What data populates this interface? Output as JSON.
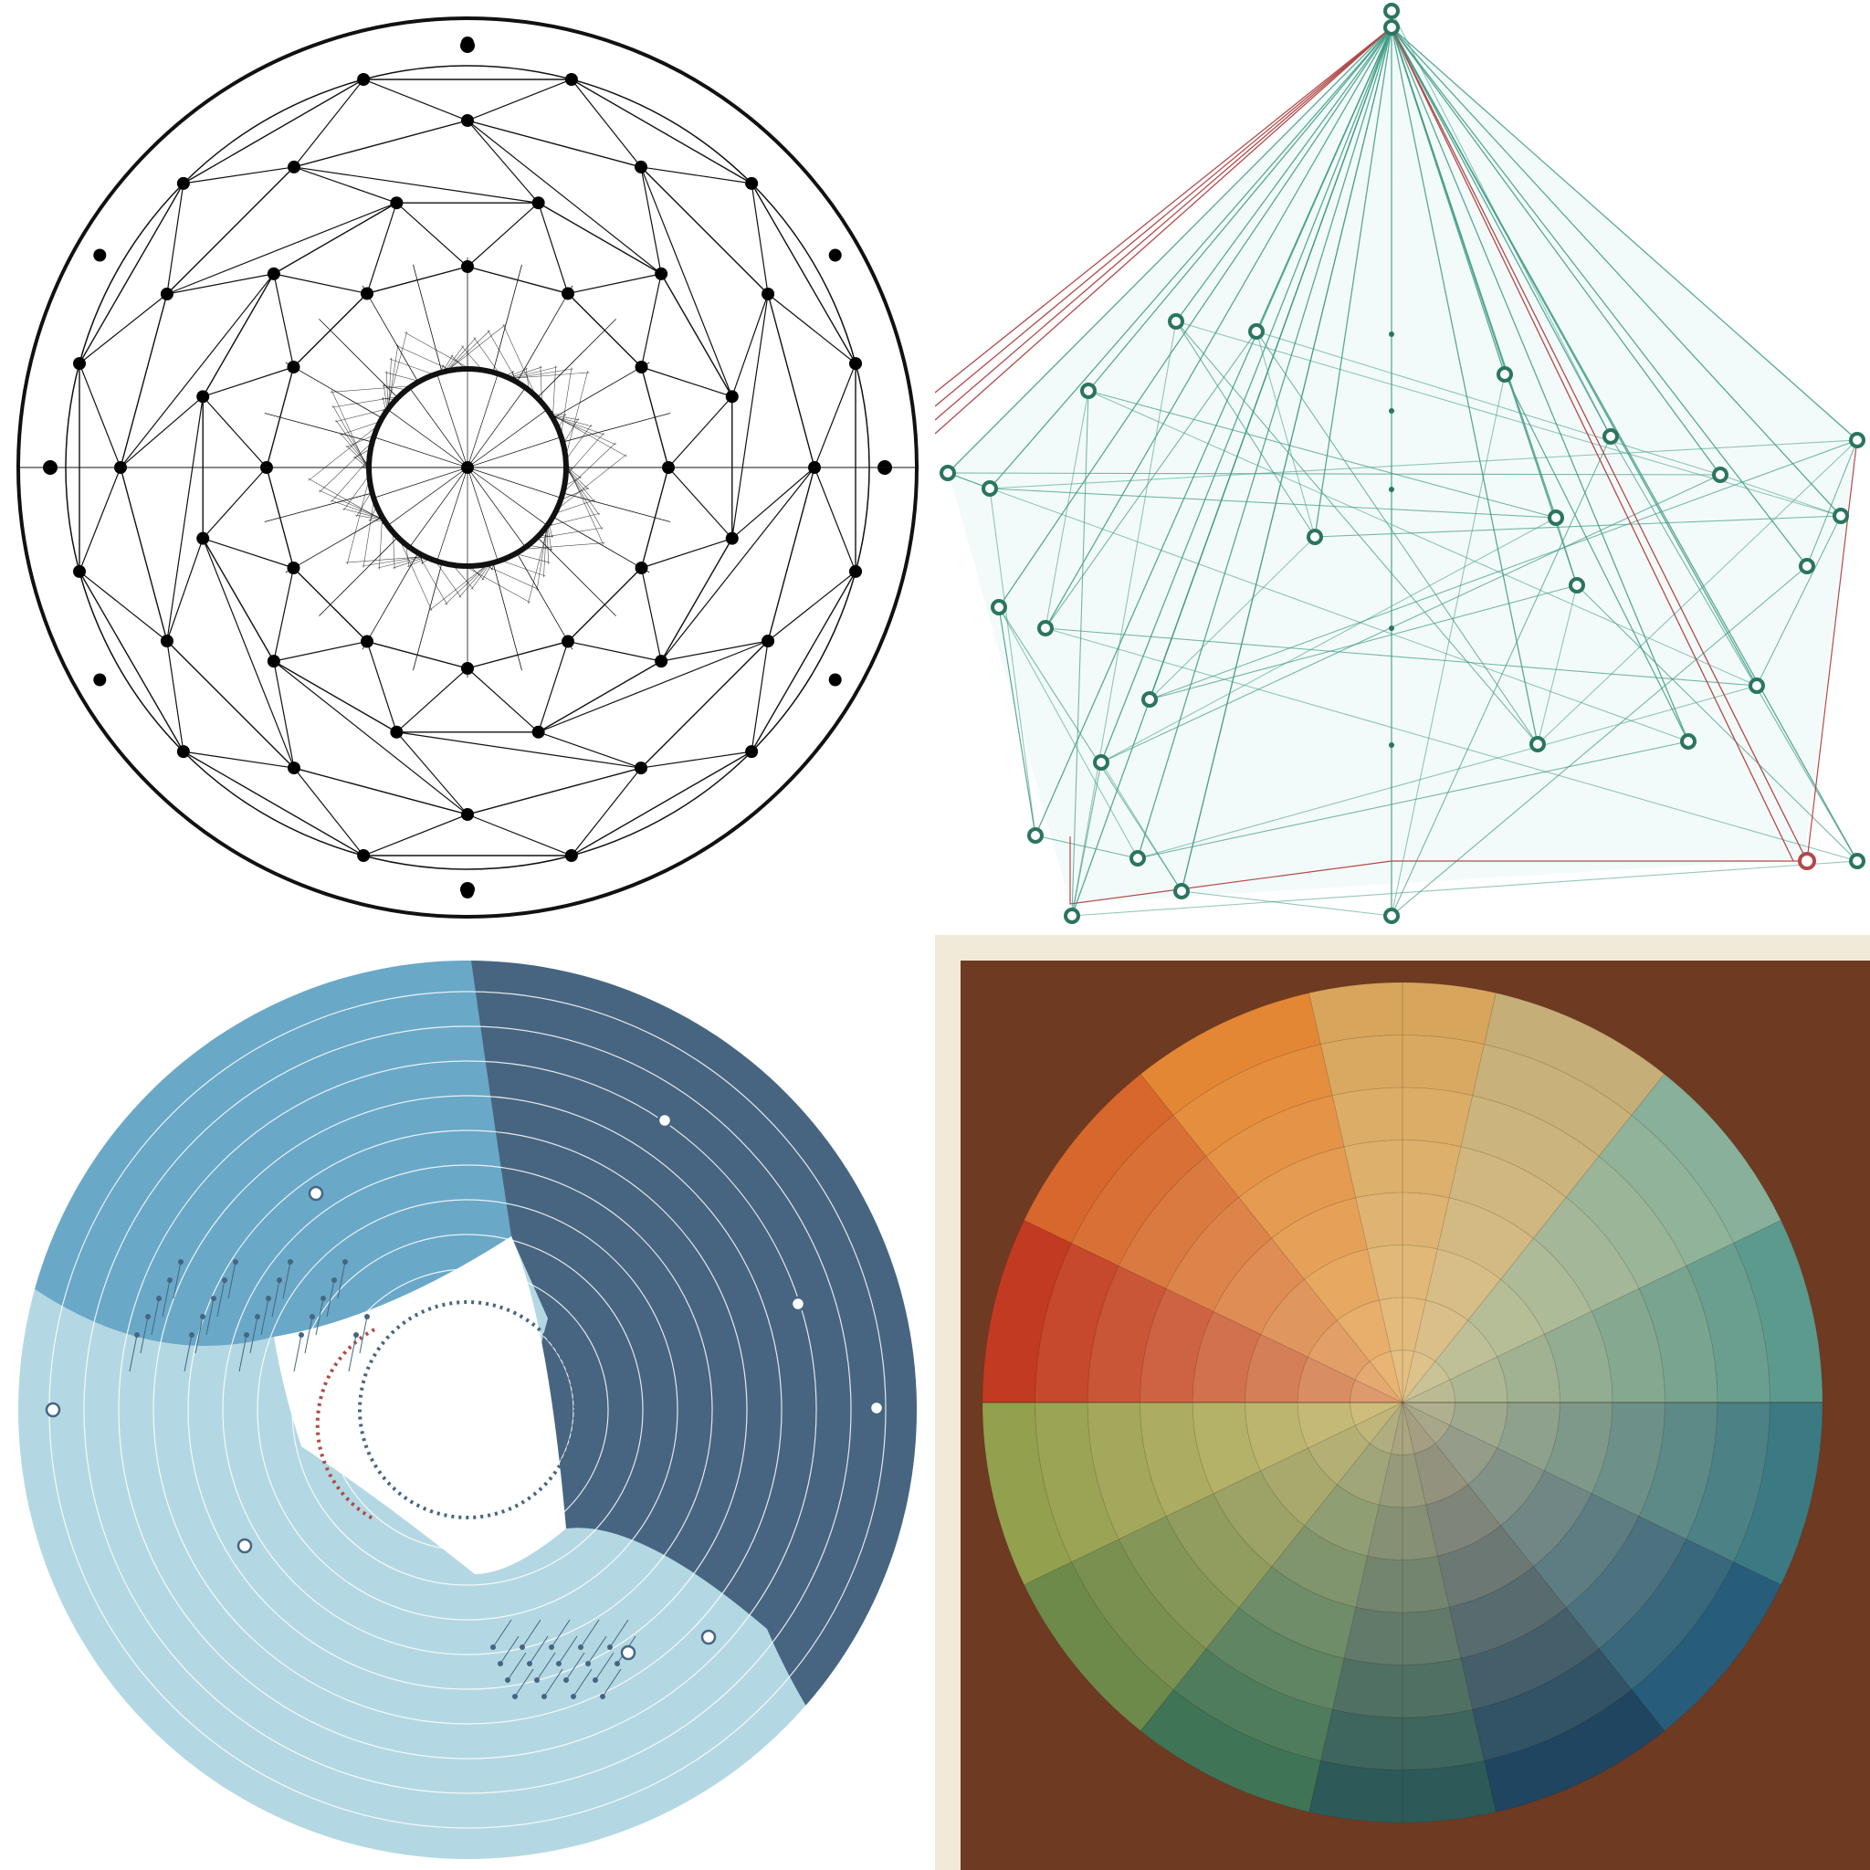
{
  "panels": [
    {
      "id": "network-mandala",
      "colors": {
        "line": "#111111",
        "node": "#000000",
        "background": "#ffffff"
      }
    },
    {
      "id": "pentagon-network",
      "colors": {
        "edge": "#3f9a84",
        "edge_alt": "#b24a4a",
        "node": "#2a7560",
        "fill": "#f3fbfa"
      }
    },
    {
      "id": "blue-radial-diagram",
      "colors": {
        "light": "#b4d8e3",
        "mid": "#6aa8c7",
        "dark": "#476581",
        "accent_red": "#b14b43"
      }
    },
    {
      "id": "color-wheel-painting",
      "colors": {
        "board": "#6e3a22",
        "wall": "#f1ead9"
      },
      "hues": [
        "#c23a22",
        "#d7672c",
        "#e38735",
        "#d8a55c",
        "#c5ae77",
        "#88b09a",
        "#5d9a8e",
        "#3c7a83",
        "#275d7a",
        "#1f4560",
        "#2c5a58",
        "#3f7456",
        "#6e8a4a",
        "#93a04e"
      ]
    }
  ]
}
